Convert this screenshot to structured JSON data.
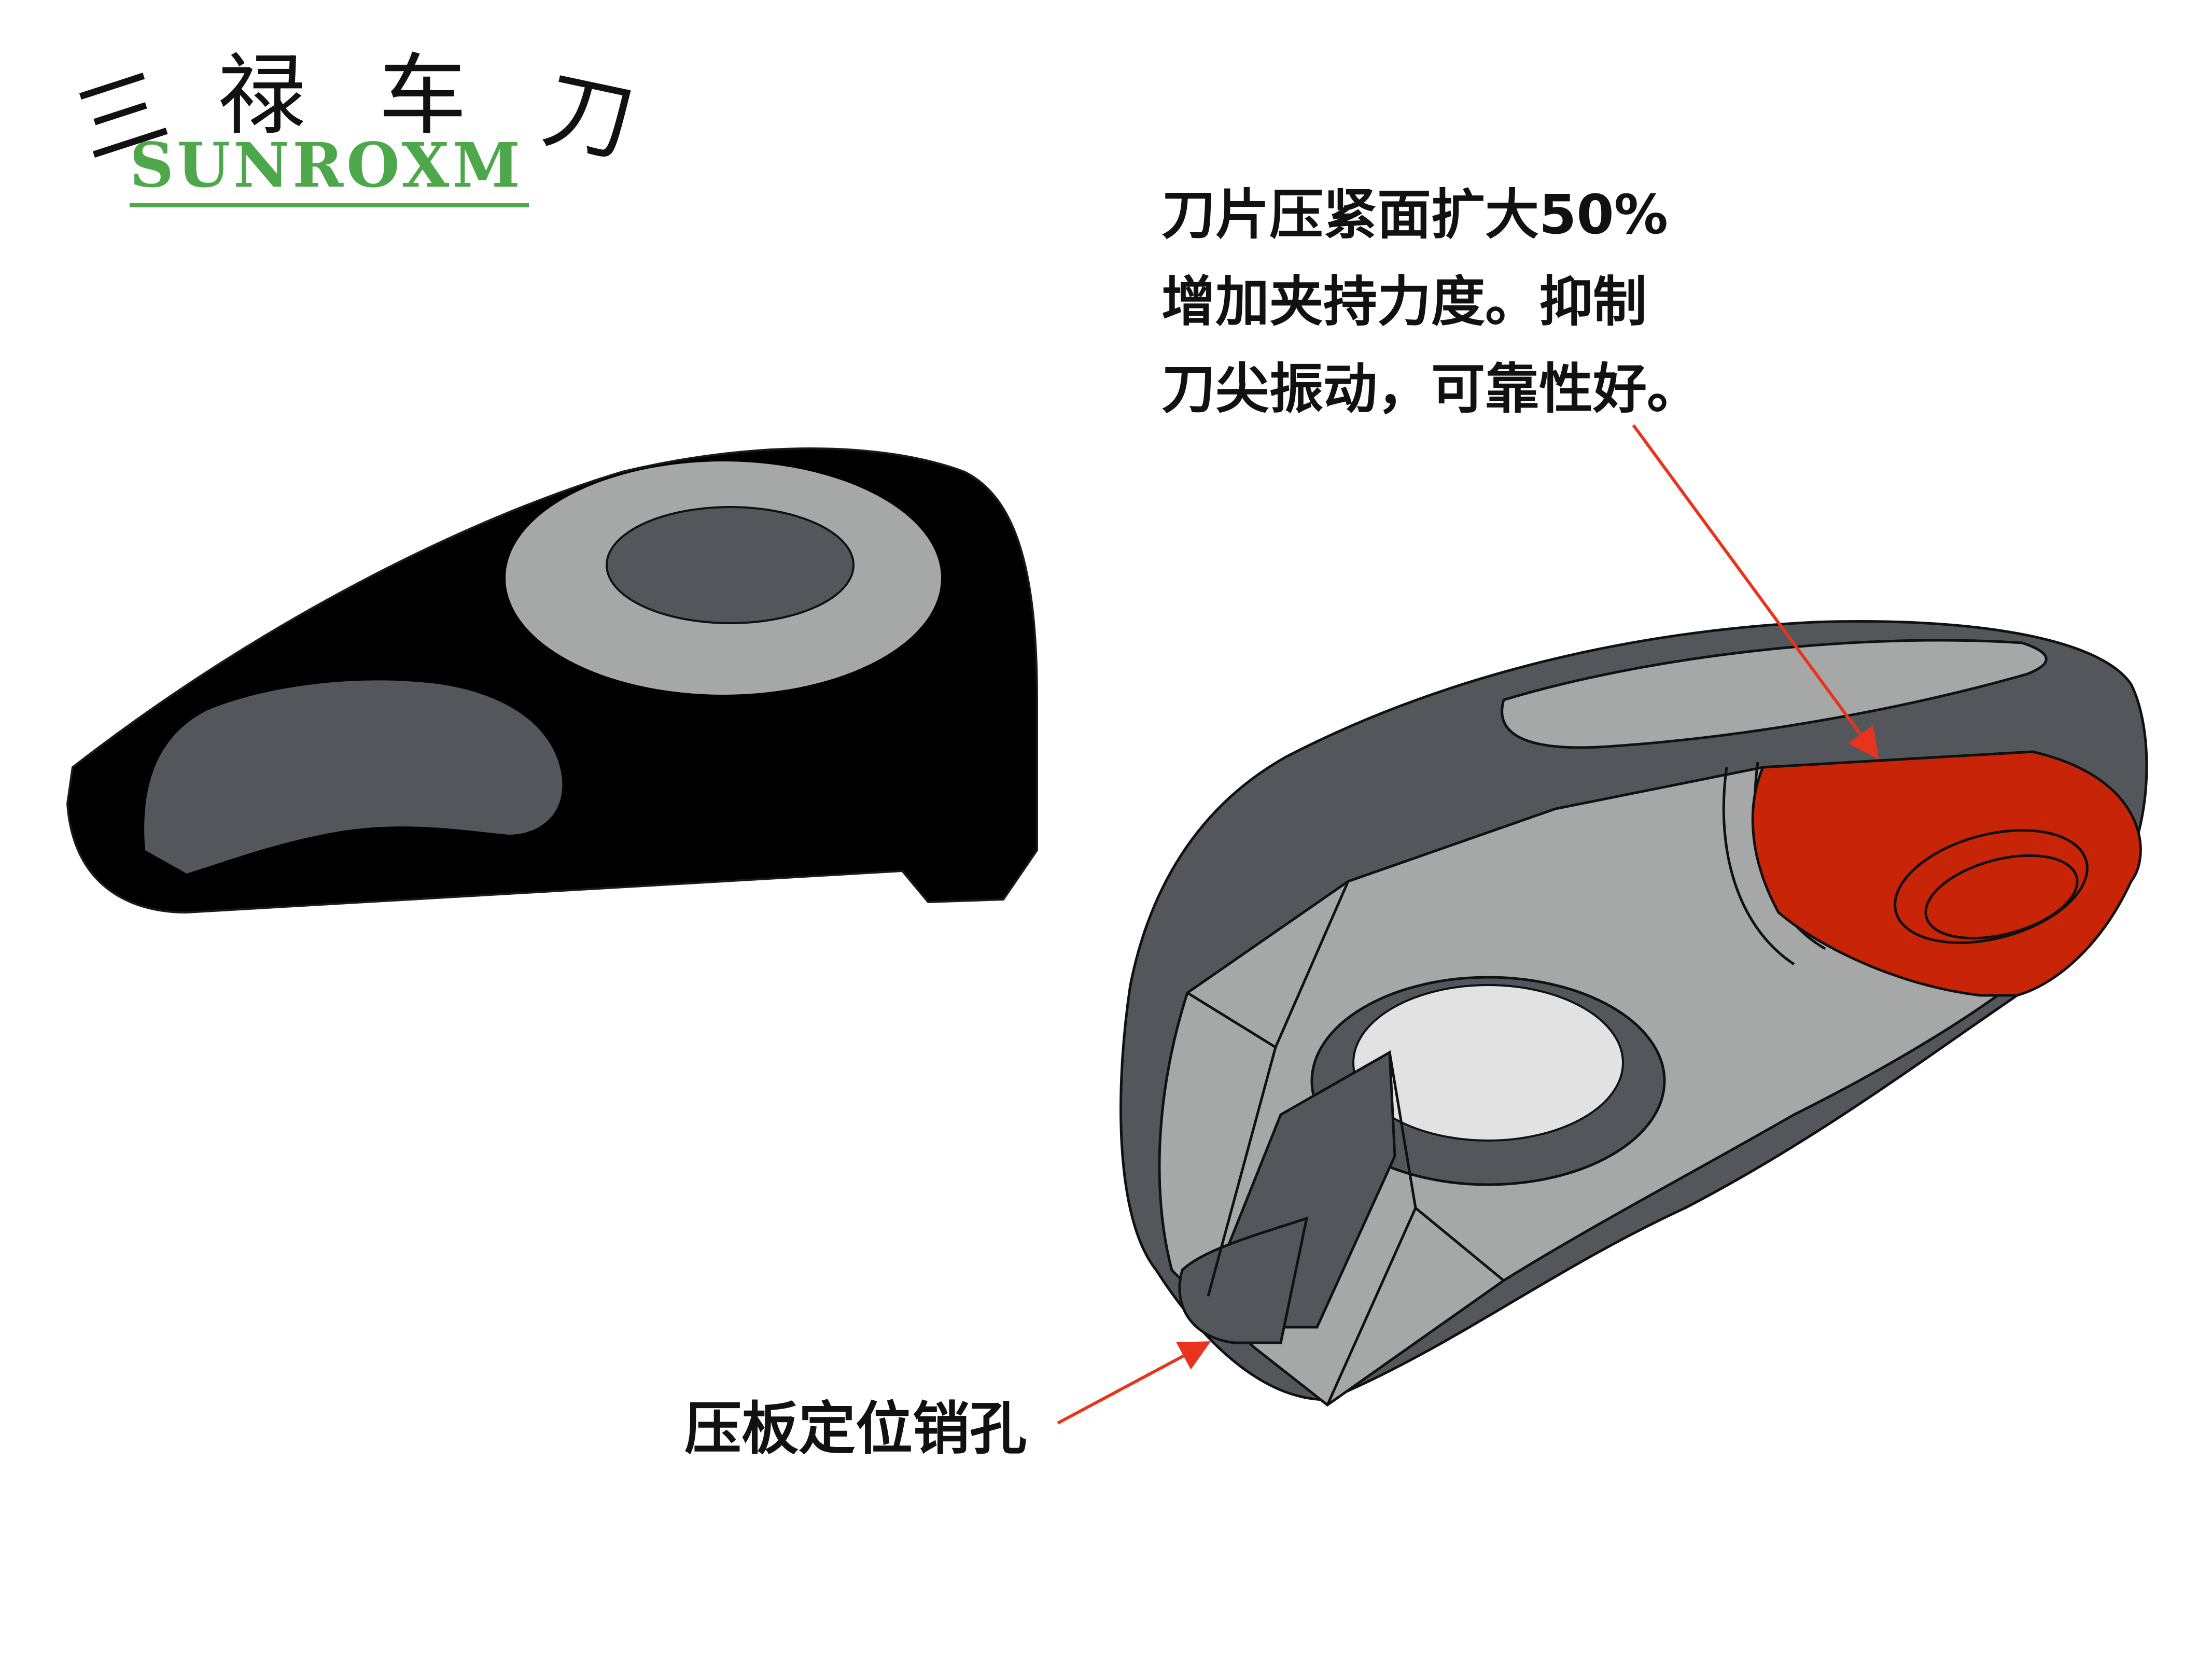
{
  "logo": {
    "chinese_chars": [
      "三",
      "禄",
      "车",
      "刀"
    ],
    "english": "SUNROXM",
    "brand_color": "#4ea84b"
  },
  "callouts": {
    "top_lines": [
      "刀片压紧面扩大50%",
      "增加夹持力度。抑制",
      "刀尖振动，可靠性好。"
    ],
    "bottom": "压板定位销孔",
    "arrow_color": "#e8341c"
  },
  "colors": {
    "black_part": "#000000",
    "dark_gray": "#53565b",
    "mid_gray": "#a6a8a7",
    "light_gray": "#e2e2e3",
    "red": "#c82407"
  }
}
